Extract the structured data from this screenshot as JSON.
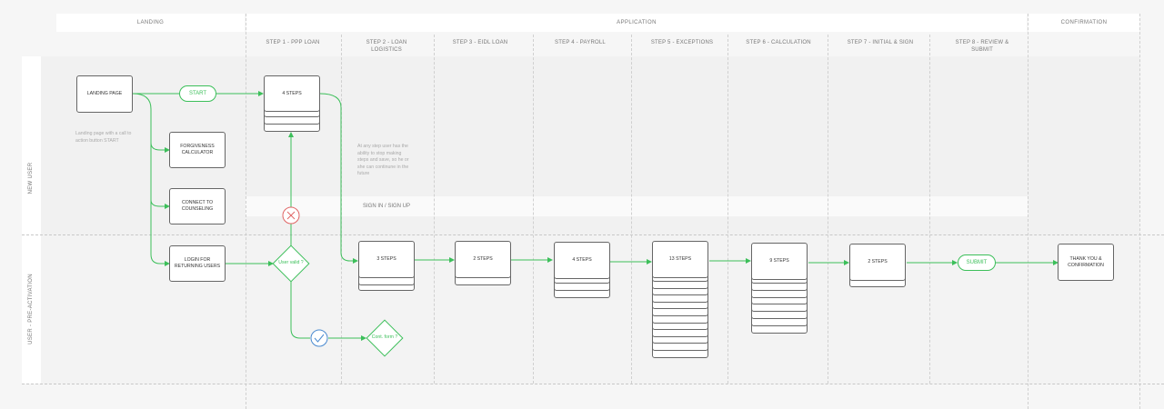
{
  "phases": {
    "landing": "LANDING",
    "application": "APPLICATION",
    "confirmation": "CONFIRMATION"
  },
  "steps": [
    "STEP 1 -  PPP LOAN",
    "STEP 2 - LOAN LOGISTICS",
    "STEP 3 - EIDL LOAN",
    "STEP 4 - PAYROLL",
    "STEP 5 - EXCEPTIONS",
    "STEP 6 - CALCULATION",
    "STEP 7 - INITIAL & SIGN",
    "STEP 8 - REVIEW & SUBMIT"
  ],
  "lanes": {
    "new_user": "NEW USER",
    "pre_activation": "USER - PRE-ACTIVATION"
  },
  "nodes": {
    "landing_page": "LANDING PAGE",
    "forgiveness_calculator": "FORGIVENESS CALCULATOR",
    "connect_counseling": "CONNECT TO COUNSELING",
    "login_returning": "LOGIN FOR RETURNING USERS",
    "start": "START",
    "user_valid": "User valid ?",
    "cont_form": "Cont. form ?",
    "submit": "SUBMIT",
    "thank_you": "THANK YOU & CONFIRMATION",
    "sign_in": "SIGN IN / SIGN UP"
  },
  "stacks": {
    "step1": "4 STEPS",
    "step2": "3 STEPS",
    "step3": "2 STEPS",
    "step4": "4 STEPS",
    "step5": "13 STEPS",
    "step6": "9 STEPS",
    "step7": "2 STEPS"
  },
  "notes": {
    "landing_note": "Landing page with a call to action button START",
    "save_note": "At any step user has the ability to stop making steps and save, so he or she can continune in the future"
  },
  "colors": {
    "flow": "#3cbf5a",
    "reject": "#e06666",
    "accept": "#4a8ad0"
  }
}
